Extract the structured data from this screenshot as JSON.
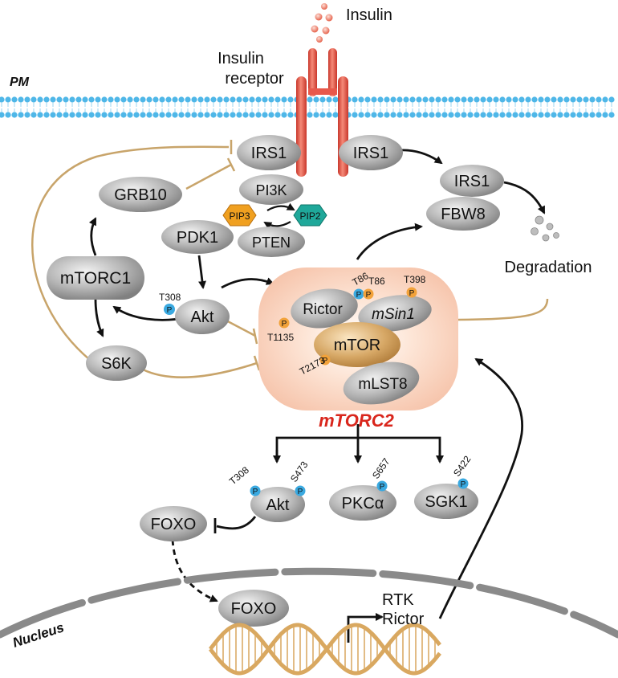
{
  "labels": {
    "insulin": "Insulin",
    "insulin_receptor_line1": "Insulin",
    "insulin_receptor_line2": "receptor",
    "pm": "PM",
    "nucleus": "Nucleus",
    "degradation": "Degradation",
    "mtorc2": "mTORC2",
    "rtk": "RTK",
    "rictor_gene": "Rictor"
  },
  "nodes": {
    "irs1_left": "IRS1",
    "irs1_right": "IRS1",
    "irs1_fbw": "IRS1",
    "fbw8": "FBW8",
    "grb10": "GRB10",
    "pi3k": "PI3K",
    "pip3": "PIP3",
    "pip2": "PIP2",
    "pdk1": "PDK1",
    "pten": "PTEN",
    "mtorc1": "mTORC1",
    "akt_upper": "Akt",
    "s6k": "S6K",
    "rictor": "Rictor",
    "msin1": "mSin1",
    "mtor": "mTOR",
    "mlst8": "mLST8",
    "akt_lower": "Akt",
    "pkca": "PKCα",
    "sgk1": "SGK1",
    "foxo_cyto": "FOXO",
    "foxo_nuc": "FOXO"
  },
  "phospho": {
    "p": "P",
    "t308_upper": "T308",
    "t86_a": "T86",
    "t86_b": "T86",
    "t398": "T398",
    "t1135": "T1135",
    "t2173": "T2173",
    "t308_lower": "T308",
    "s473": "S473",
    "s657": "S657",
    "s422": "S422"
  },
  "colors": {
    "node_gray": "#a8a8a8",
    "receptor_red": "#e8584a",
    "inhibition_tan": "#c8a46a",
    "complex_bg": "#f9d6c4",
    "phospho_blue": "#3aa9e0",
    "phospho_orange": "#f2a23a",
    "pip3_orange": "#f0a020",
    "pip2_teal": "#1fa89a",
    "mtorc2_red": "#d9261c",
    "membrane_blue": "#4fb7e8",
    "dna_tan": "#d9a860"
  }
}
